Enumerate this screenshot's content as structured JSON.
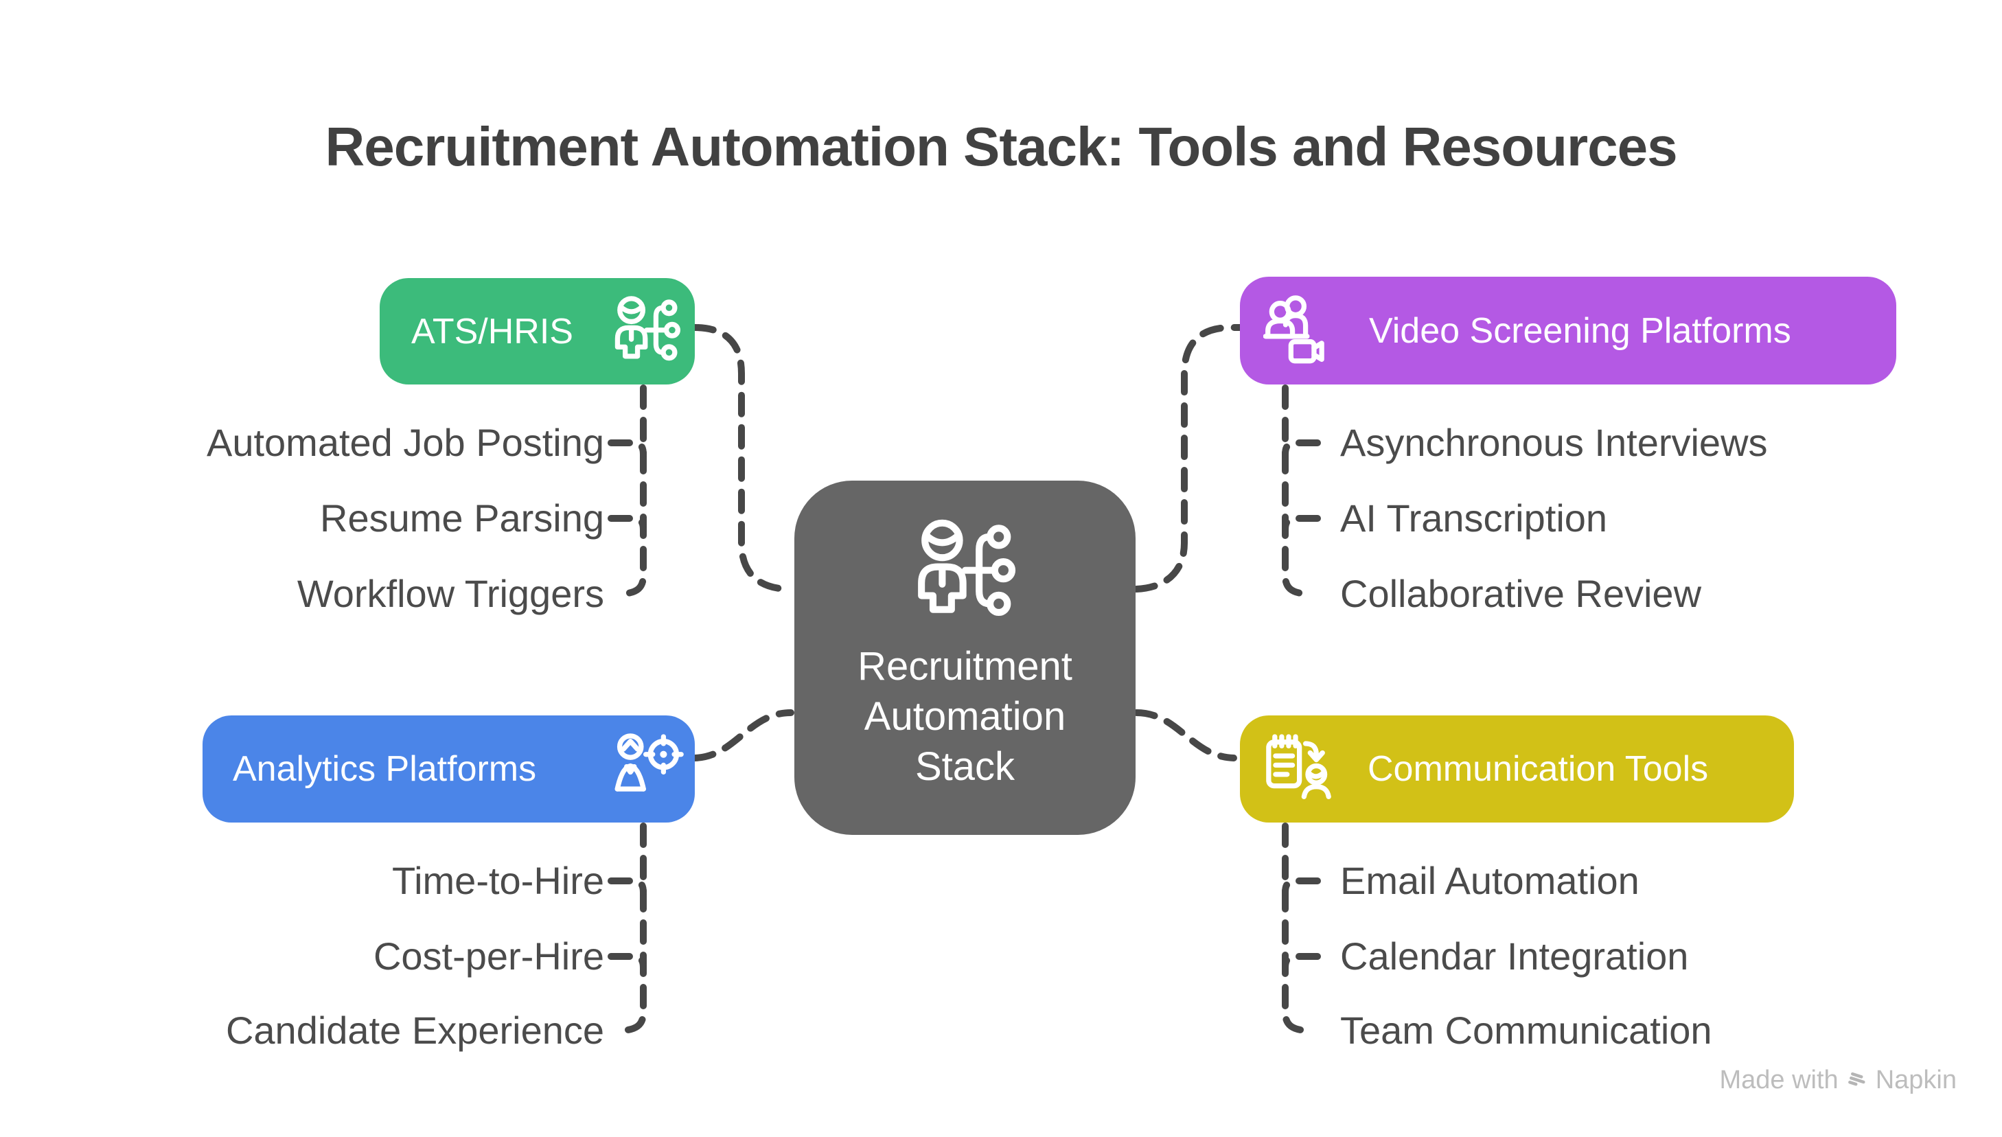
{
  "title": "Recruitment Automation Stack: Tools and Resources",
  "center": {
    "label": "Recruitment Automation Stack",
    "lines": [
      "Recruitment",
      "Automation",
      "Stack"
    ],
    "color": "#666666",
    "icon": "person-network-icon"
  },
  "branches": [
    {
      "id": "ats-hris",
      "label": "ATS/HRIS",
      "color": "#3CBB7B",
      "icon": "person-network-icon",
      "icon_side": "right",
      "children": [
        "Automated Job Posting",
        "Resume Parsing",
        "Workflow Triggers"
      ]
    },
    {
      "id": "video-screening",
      "label": "Video Screening Platforms",
      "color": "#B459E4",
      "icon": "users-video-icon",
      "icon_side": "left",
      "children": [
        "Asynchronous Interviews",
        "AI Transcription",
        "Collaborative Review"
      ]
    },
    {
      "id": "analytics",
      "label": "Analytics Platforms",
      "color": "#4B85E8",
      "icon": "person-target-icon",
      "icon_side": "right",
      "children": [
        "Time-to-Hire",
        "Cost-per-Hire",
        "Candidate Experience"
      ]
    },
    {
      "id": "communication",
      "label": "Communication Tools",
      "color": "#D2C117",
      "icon": "notepad-person-icon",
      "icon_side": "left",
      "children": [
        "Email Automation",
        "Calendar Integration",
        "Team Communication"
      ]
    }
  ],
  "palette": {
    "connector": "#474747",
    "title_text": "#414141",
    "item_text": "#4B4B4B",
    "watermark_text": "#BDBDBD"
  },
  "watermark": {
    "prefix": "Made with",
    "brand": "Napkin"
  }
}
